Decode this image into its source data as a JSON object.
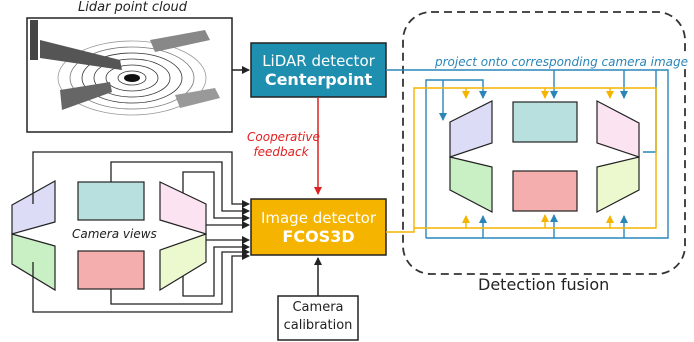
{
  "lidar": {
    "caption": "Lidar point cloud",
    "detector_line1": "LiDAR detector",
    "detector_line2": "Centerpoint",
    "detector_color": "#1f8fb0"
  },
  "image": {
    "detector_line1": "Image detector",
    "detector_line2": "FCOS3D",
    "detector_color": "#f4b400"
  },
  "feedback": {
    "line1": "Cooperative",
    "line2": "feedback",
    "color": "#e02020"
  },
  "camera_views_label": "Camera views",
  "calibration": {
    "line1": "Camera",
    "line2": "calibration"
  },
  "fusion": {
    "projection_label": "project onto corresponding camera image",
    "projection_color": "#2a86b8",
    "caption": "Detection fusion"
  },
  "view_colors": {
    "front": "#b8e0de",
    "back": "#f4aeae",
    "front_left": "#dcdcf7",
    "back_left": "#c9efc4",
    "front_right": "#fbe3f2",
    "back_right": "#ecf9cf"
  }
}
